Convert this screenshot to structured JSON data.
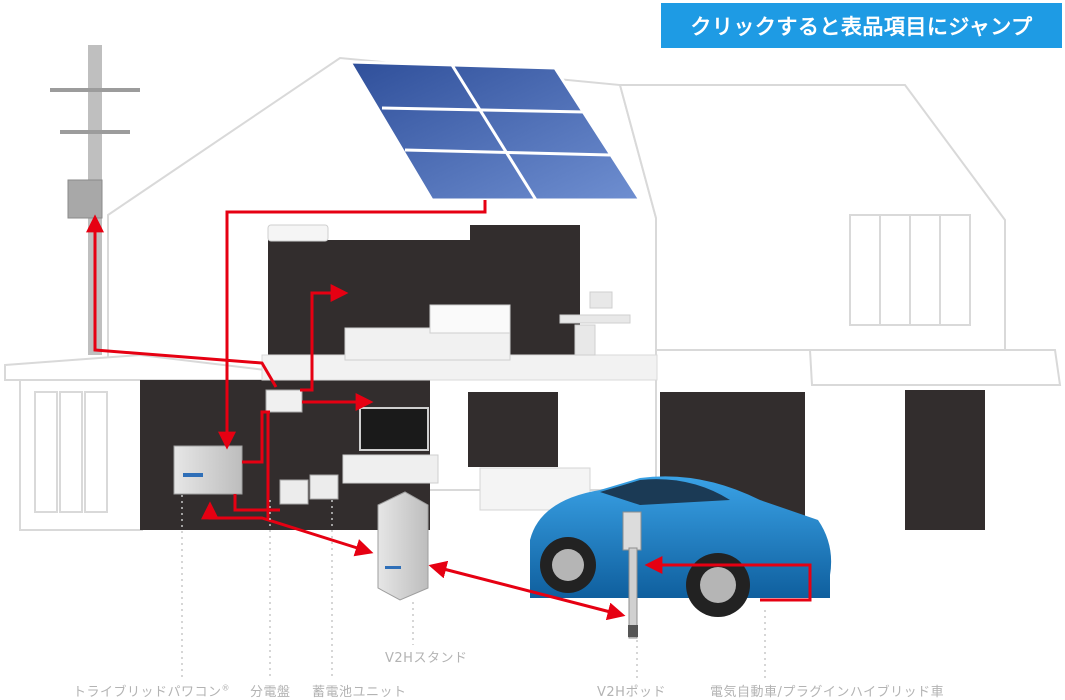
{
  "header": {
    "jump_label": "クリックすると表品項目にジャンプ"
  },
  "labels": {
    "tribrid": "トライブリッドパワコン",
    "tribrid_mark": "®",
    "distribution": "分電盤",
    "battery": "蓄電池ユニット",
    "v2h_stand": "V2Hスタンド",
    "v2h_pod": "V2Hポッド",
    "vehicle": "電気自動車/プラグインハイブリッド車"
  },
  "colors": {
    "flow_line": "#e60012",
    "room_dark": "#322d2d",
    "jump_button": "#1e9be4",
    "car_body": "#1a82c8",
    "label_text": "#b3b3b3"
  }
}
